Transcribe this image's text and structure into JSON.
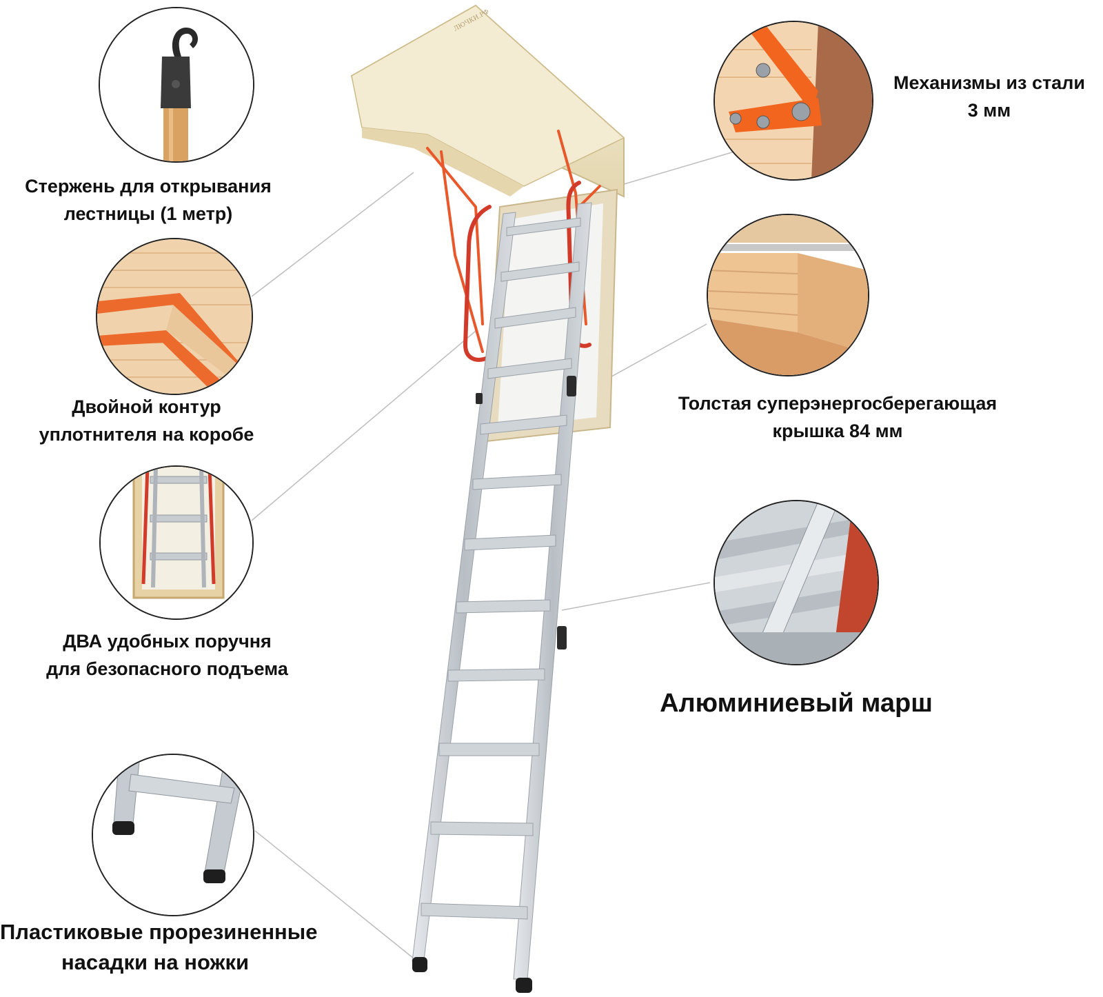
{
  "features": {
    "rod": {
      "line1": "Стержень для открывания",
      "line2": "лестницы (1 метр)"
    },
    "seal": {
      "line1": "Двойной контур",
      "line2": "уплотнителя на коробе"
    },
    "handrails": {
      "line1": "ДВА удобных поручня",
      "line2": "для безопасного подъема"
    },
    "feet": {
      "line1": "Пластиковые прорезиненные",
      "line2": "насадки на ножки"
    },
    "mechanism": {
      "line1": "Механизмы из стали",
      "line2": "3 мм"
    },
    "lid": {
      "line1": "Толстая суперэнергосберегающая",
      "line2": "крышка 84 мм"
    },
    "flight": {
      "line1": "Алюминиевый марш"
    }
  },
  "colors": {
    "accent": "#f26a21",
    "wood": "#e8cfa6",
    "aluminum": "#c9ced3",
    "frame": "#efe6c9"
  }
}
